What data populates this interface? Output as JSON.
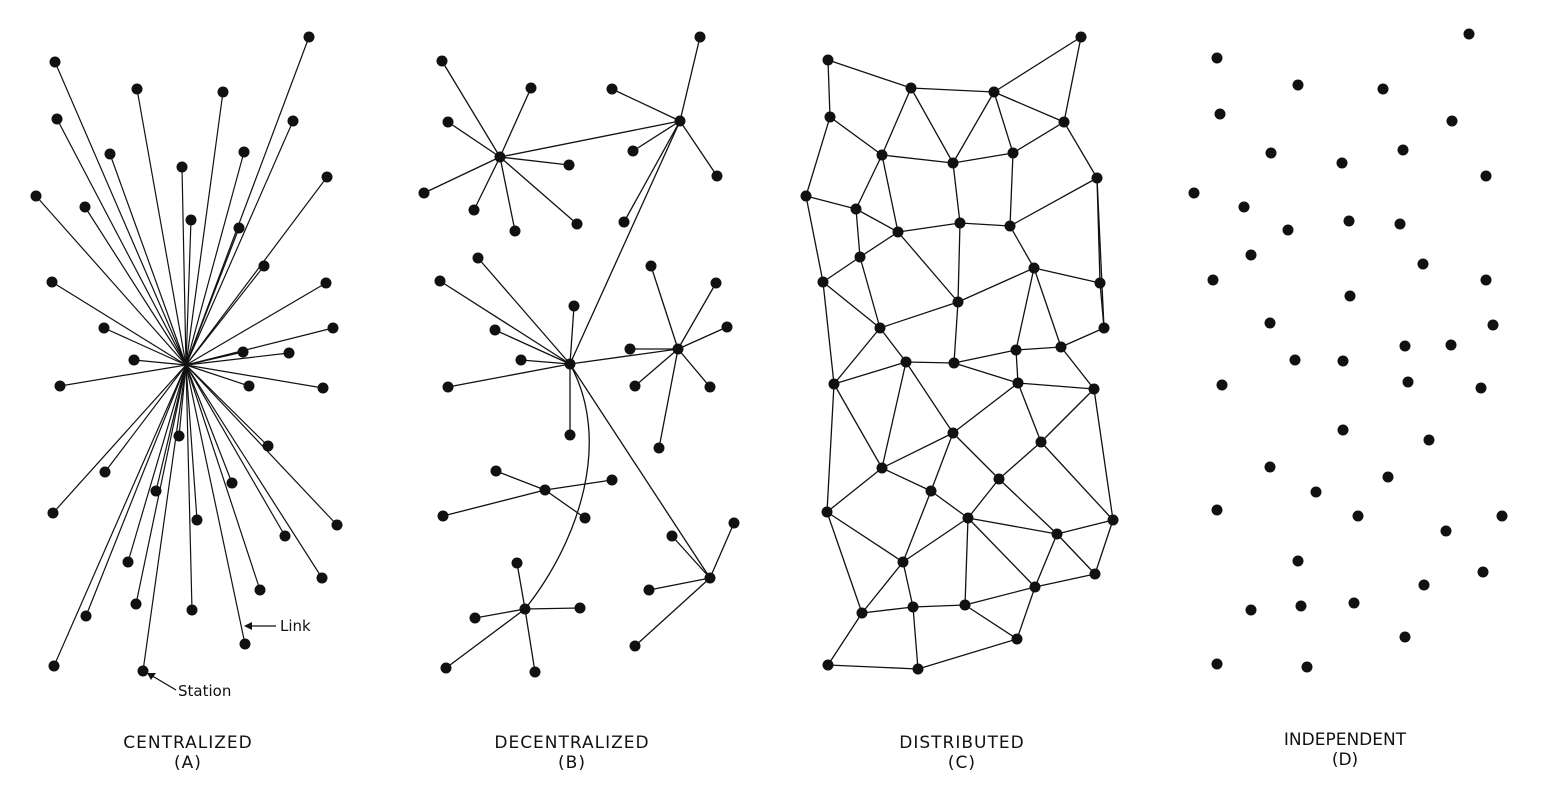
{
  "panels": [
    {
      "id": "centralized",
      "title": "CENTRALIZED",
      "letter": "(A)"
    },
    {
      "id": "decentralized",
      "title": "DECENTRALIZED",
      "letter": "(B)"
    },
    {
      "id": "distributed",
      "title": "DISTRIBUTED",
      "letter": "(C)"
    },
    {
      "id": "independent",
      "title": "INDEPENDENT",
      "letter": "(D)"
    }
  ],
  "callouts": {
    "link": "Link",
    "station": "Station"
  },
  "style": {
    "ink": "#111111",
    "background": "#ffffff"
  }
}
